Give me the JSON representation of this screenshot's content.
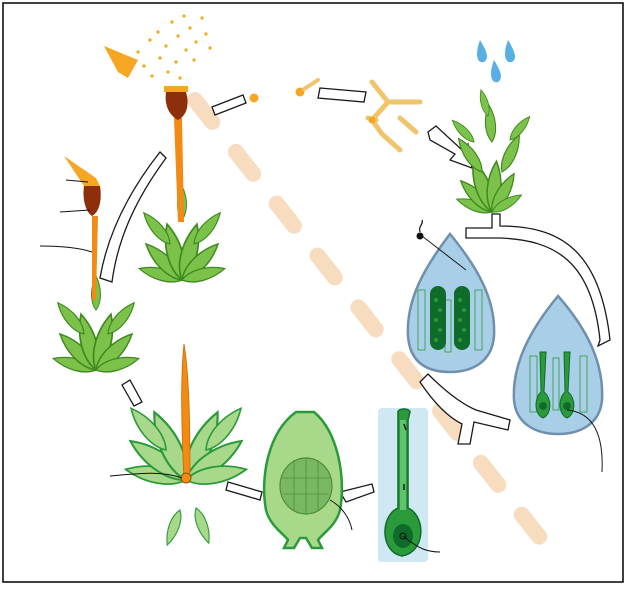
{
  "title": "",
  "labels": [],
  "colors": {
    "frame": "#000000",
    "arrow_fill": "#ffffff",
    "arrow_stroke": "#1a1a1a",
    "leaf_fill": "#7cc24a",
    "leaf_light": "#a8d98a",
    "leaf_stroke": "#3f8a1f",
    "stalk": "#f28a14",
    "capsule": "#8c2f0a",
    "spore": "#f5a623",
    "protonema": "#f0c46a",
    "water": "#5aaee6",
    "gametangia_bg": "#a9cfe8",
    "gametangia_stroke": "#6f8fab",
    "gametangia_dark": "#0f6b2a",
    "gametangia_mid": "#2a9a3a",
    "sporophyte_box": "#cfe8f3",
    "dashed_band": "#f7dcbf"
  },
  "icons": [
    "raindrops",
    "moss-gametophyte",
    "antheridia-head",
    "archegonia-head",
    "sperm",
    "archegonium",
    "embryo-sporophyte",
    "young-sporophyte",
    "mature-sporophyte",
    "dehiscing-capsule",
    "spores",
    "protonema",
    "cycle-arrows"
  ]
}
